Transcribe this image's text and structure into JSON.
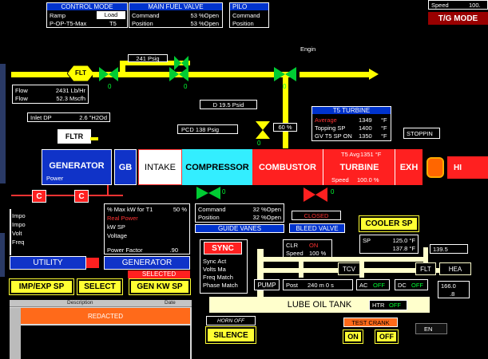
{
  "header": {
    "control_mode": {
      "title": "CONTROL MODE",
      "ramp": "Ramp",
      "load_button": "Load",
      "row2_label": "P-OP-T5-Max",
      "row2_val": "T5"
    },
    "main_fuel_valve": {
      "title": "MAIN FUEL VALVE",
      "command_label": "Command",
      "command_val": "53 %Open",
      "position_label": "Position",
      "position_val": "53 %Open"
    },
    "pilot": {
      "title": "PILO",
      "command_label": "Command",
      "position_label": "Position"
    },
    "speed": {
      "label": "Speed",
      "value": "100."
    },
    "tg_mode": "T/G MODE"
  },
  "fuel": {
    "flt": "FLT",
    "psig": "241 Psig",
    "engine_label": "Engin",
    "valve_zero_1": "0",
    "valve_zero_2": "0",
    "valve_zero_3": "0",
    "flow1_label": "Flow",
    "flow1_val": "2431 Lb/Hr",
    "flow2_label": "Flow",
    "flow2_val": "52.3 Mscfh",
    "inlet_dp_label": "Inlet DP",
    "inlet_dp_val": "2.6 \"H2Od",
    "cdp": "D  19.5 Psid",
    "pcd": "PCD  138 Psig",
    "pct60": "60 %",
    "pct60_zero": "0"
  },
  "t5_turbine": {
    "title": "T5 TURBINE",
    "average_label": "Average",
    "average_val": "1349",
    "topping_label": "Topping SP",
    "topping_val": "1400",
    "gvt5_label": "GV T5 SP ON",
    "gvt5_val": "1350",
    "unit": "°F",
    "stopping": "STOPPIN"
  },
  "train": {
    "fltr": "FLTR",
    "generator": "GENERATOR",
    "generator_sub": "Power",
    "gb": "GB",
    "intake": "INTAKE",
    "compressor": "COMPRESSOR",
    "combustor": "COMBUSTOR",
    "turbine": "TURBINE",
    "t5avg_label": "T5 Avg",
    "t5avg_val": "1351 °F",
    "turbine_speed_label": "Speed",
    "turbine_speed_val": "100.0 %",
    "exh": "EXH",
    "hi": "HI"
  },
  "breakers": {
    "c1": "C",
    "c2": "C"
  },
  "guide_vanes": {
    "zero": "0",
    "command_label": "Command",
    "command_val": "32 %Open",
    "position_label": "Position",
    "position_val": "32 %Open",
    "title": "GUIDE VANES"
  },
  "bleed_valve": {
    "zero": "0",
    "status": "CLOSED",
    "title": "BLEED VALVE"
  },
  "left_panel": {
    "rows": [
      "Impo",
      "Impo",
      "Volt",
      "Freq"
    ],
    "utility": "UTILITY"
  },
  "generator_panel": {
    "maxkw_label": "% Max kW for T1",
    "maxkw_val": "50 %",
    "real_power": "Real Power",
    "kwsp": "kW SP",
    "voltage": "Voltage",
    "pf_label": "Power Factor",
    "pf_val": ".90",
    "title": "GENERATOR",
    "selected": "SELECTED"
  },
  "buttons": {
    "imp_exp": "IMP/EXP SP",
    "select": "SELECT",
    "gen_kw": "GEN KW SP",
    "silence": "SILENCE"
  },
  "sync": {
    "title": "SYNC",
    "rows": [
      "Sync Act",
      "Volts Ma",
      "Freq Match",
      "Phase Match"
    ]
  },
  "clr": {
    "label": "CLR",
    "status": "ON",
    "speed_label": "Speed",
    "speed_val": "100 %"
  },
  "cooler": {
    "title": "COOLER SP",
    "sp_label": "SP",
    "sp_val": "125.0 °F",
    "val2": "137.8 °F"
  },
  "lube": {
    "tcv": "TCV",
    "flt": "FLT",
    "hea": "HEA",
    "pump": "PUMP",
    "post_label": "Post",
    "post_val": "240 m  0 s",
    "ac_label": "AC",
    "ac_val": "OFF",
    "dc_label": "DC",
    "dc_val": "OFF",
    "tank": "LUBE OIL TANK",
    "htr_label": "HTR",
    "htr_val": "OFF",
    "r1": "139.5",
    "r2": "166.0",
    "r3": ".8"
  },
  "alarms": {
    "col_description": "Description",
    "col_date": "Date",
    "redacted": "REDACTED"
  },
  "horn": {
    "label": "HORN OFF"
  },
  "test_crank": {
    "title": "TEST CRANK",
    "on": "ON",
    "off": "OFF"
  },
  "eng": "EN"
}
